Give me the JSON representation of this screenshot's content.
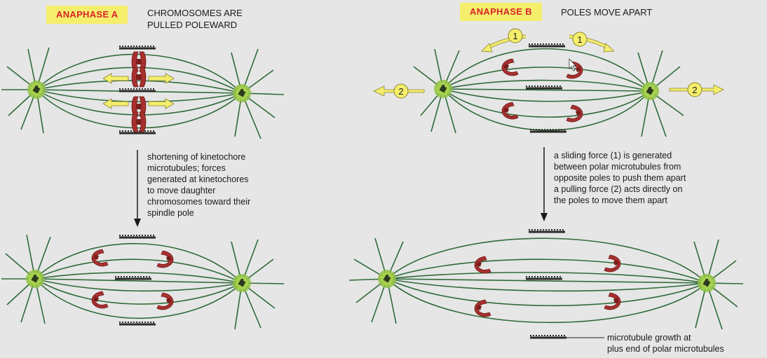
{
  "anaphase_a": {
    "label": "ANAPHASE A",
    "caption_lines": [
      "CHROMOSOMES ARE",
      "PULLED POLEWARD"
    ],
    "note_lines": [
      "shortening of kinetochore",
      "microtubules; forces",
      "generated at kinetochores",
      "to move daughter",
      "chromosomes toward their",
      "spindle pole"
    ]
  },
  "anaphase_b": {
    "label": "ANAPHASE B",
    "caption": "POLES MOVE APART",
    "note_lines": [
      "a sliding force (1) is generated",
      "between polar microtubules from",
      "opposite poles to push them apart",
      "a pulling force (2) acts directly on",
      "the poles to move them apart"
    ],
    "force_1": "1",
    "force_2": "2"
  },
  "bottom_note_lines": [
    "microtubule growth at",
    "plus end of polar microtubules"
  ],
  "colors": {
    "label_bg": "#f4ee6c",
    "label_text": "#d8232a",
    "microtubule": "#2f6b3a",
    "pole": "#8fc23f",
    "chromosome": "#9e2a2b",
    "force_arrow": "#f4ee6c"
  }
}
